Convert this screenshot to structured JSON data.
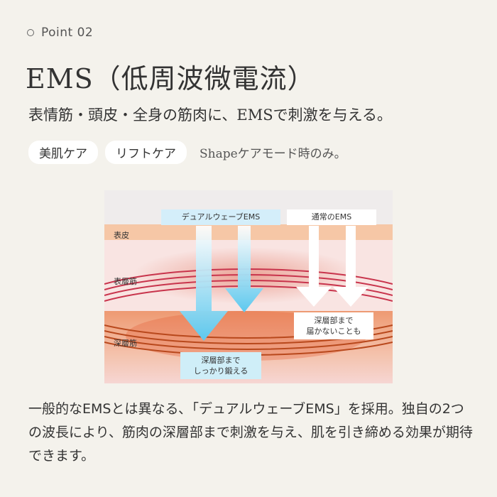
{
  "header": {
    "point_label": "Point 02",
    "title": "EMS（低周波微電流）",
    "subtitle": "表情筋・頭皮・全身の筋肉に、EMSで刺激を与える。"
  },
  "tags": {
    "items": [
      "美肌ケア",
      "リフトケア"
    ],
    "note": "Shapeケアモード時のみ。"
  },
  "diagram": {
    "layers": {
      "epidermis": "表皮",
      "superficial_muscle": "表層筋",
      "deep_muscle": "深層筋"
    },
    "dual_wave_label": "デュアルウェーブEMS",
    "dual_wave_result": [
      "深層部まで",
      "しっかり鍛える"
    ],
    "normal_label": "通常のEMS",
    "normal_result": [
      "深層部まで",
      "届かないことも"
    ],
    "colors": {
      "dual_arrow": "#5cc8ee",
      "normal_arrow": "#ffffff",
      "epidermis": "#f6c7a6",
      "deep": "#ee9a72"
    }
  },
  "description": "一般的なEMSとは異なる､「デュアルウェーブEMS」を採用。独自の2つの波長により、筋肉の深層部まで刺激を与え、肌を引き締める効果が期待できます。"
}
